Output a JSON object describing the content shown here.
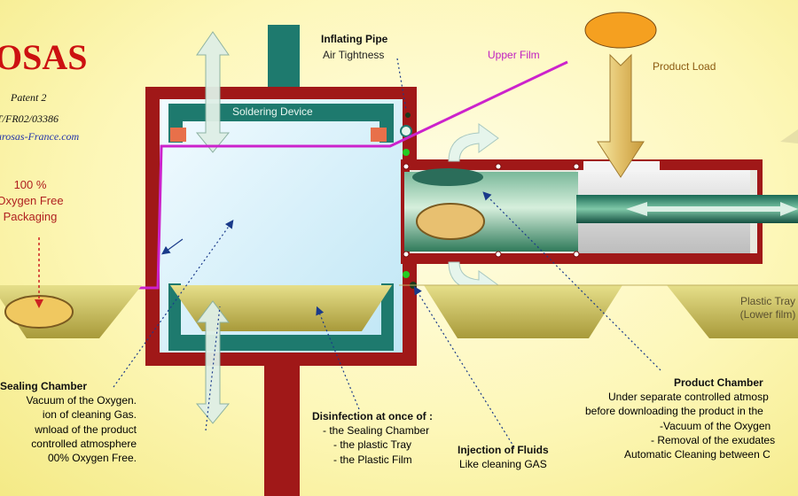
{
  "brand": "OSAS",
  "patent": "Patent 2",
  "pct": "T/FR02/03386",
  "website": "arosas-France.com",
  "oxygen_free": [
    "100 %",
    "Oxygen Free",
    "Packaging"
  ],
  "inflating_pipe": {
    "title": "Inflating Pipe",
    "subtitle": "Air Tightness"
  },
  "upper_film": "Upper Film",
  "product_load": "Product Load",
  "soldering_device": "Soldering Device",
  "plastic_tray": [
    "Plastic Tray",
    "(Lower film)"
  ],
  "sealing_chamber": {
    "title": "Sealing Chamber",
    "lines": [
      "Vacuum of the Oxygen.",
      "ion of cleaning Gas.",
      "wnload of the product",
      "controlled atmosphere",
      "00% Oxygen Free."
    ]
  },
  "disinfection": {
    "title": "Disinfection at once of :",
    "items": [
      "- the Sealing Chamber",
      "- the plastic Tray",
      "- the Plastic Film"
    ]
  },
  "injection": {
    "title": "Injection of Fluids",
    "subtitle": "Like cleaning GAS"
  },
  "product_chamber": {
    "title": "Product Chamber",
    "lines": [
      "Under separate controlled atmosp",
      "before downloading the product in the",
      "-Vacuum of the Oxygen",
      "- Removal of the exudates",
      "Automatic Cleaning between C"
    ]
  },
  "colors": {
    "background": "#fdf7b8",
    "chamber_wall": "#a01818",
    "teal": "#1e7a6e",
    "film": "#cc22cc",
    "product": "#f5c050",
    "arrow": "#e8c070"
  }
}
